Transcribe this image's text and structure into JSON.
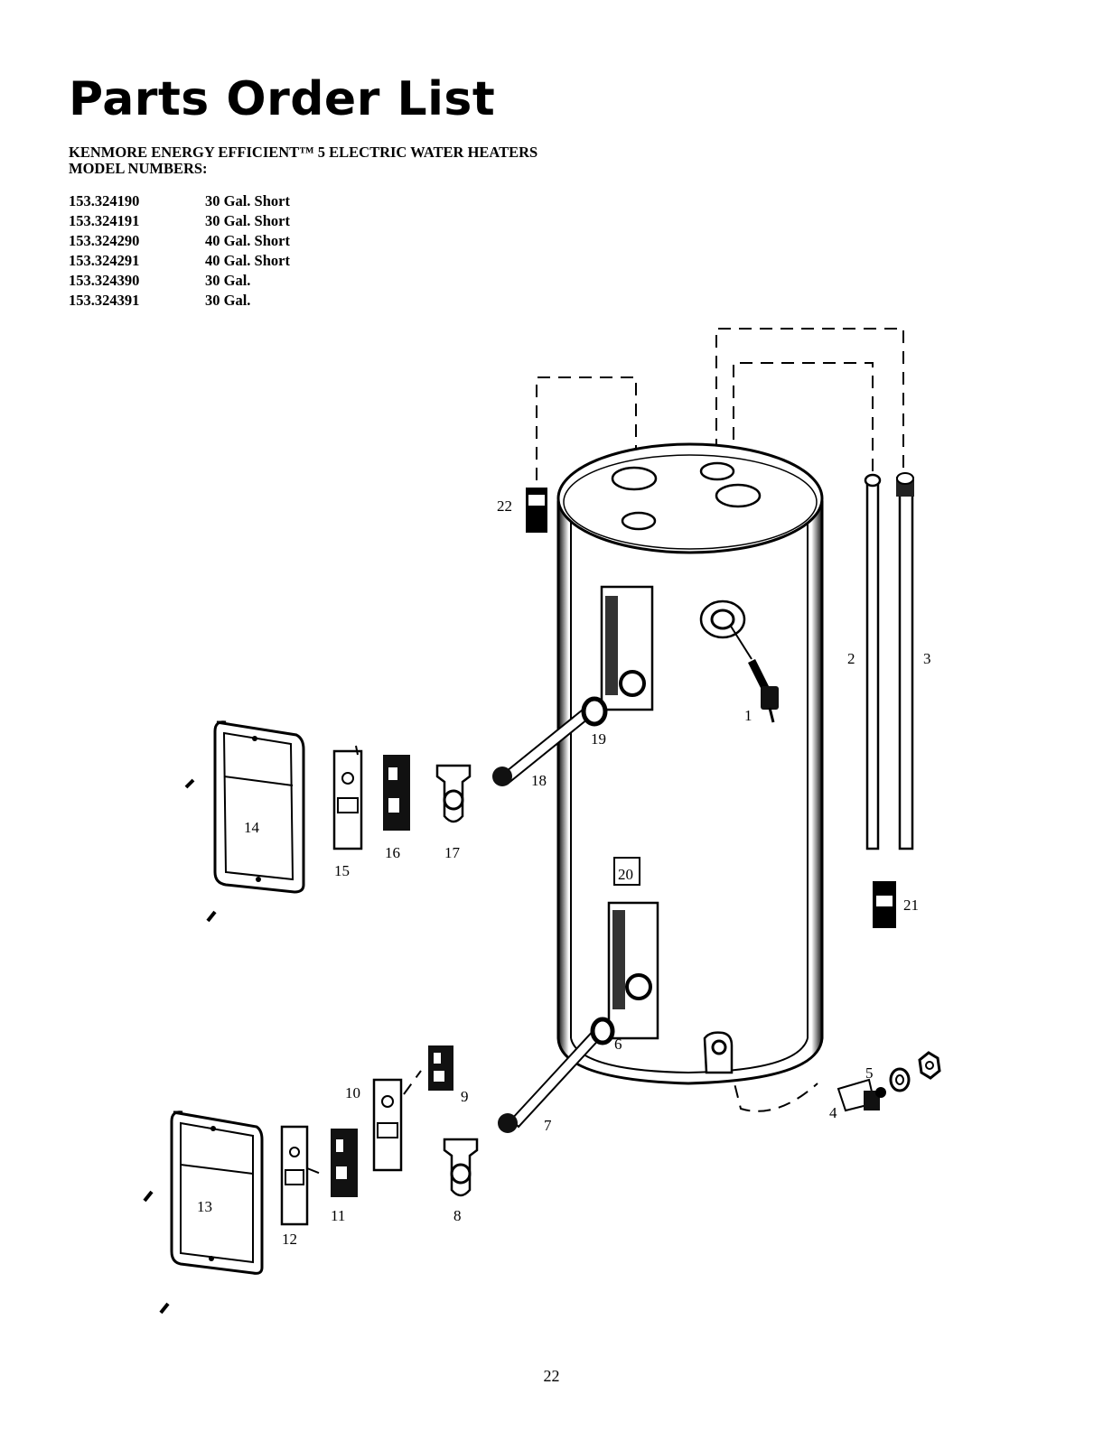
{
  "page": {
    "title": "Parts Order List",
    "subtitle_line1": "KENMORE ENERGY EFFICIENT™ 5 ELECTRIC WATER HEATERS",
    "subtitle_line2": "MODEL NUMBERS:",
    "models": [
      {
        "number": "153.324190",
        "description": "30 Gal. Short"
      },
      {
        "number": "153.324191",
        "description": "30 Gal. Short"
      },
      {
        "number": "153.324290",
        "description": "40 Gal. Short"
      },
      {
        "number": "153.324291",
        "description": "40 Gal. Short"
      },
      {
        "number": "153.324390",
        "description": "30 Gal."
      },
      {
        "number": "153.324391",
        "description": "30 Gal."
      }
    ],
    "page_number": "22"
  },
  "callouts": {
    "c1": "1",
    "c2": "2",
    "c3": "3",
    "c4": "4",
    "c5": "5",
    "c6": "6",
    "c7": "7",
    "c8": "8",
    "c9": "9",
    "c10": "10",
    "c11": "11",
    "c12": "12",
    "c13": "13",
    "c14": "14",
    "c15": "15",
    "c16": "16",
    "c17": "17",
    "c18": "18",
    "c19": "19",
    "c20": "20",
    "c21": "21",
    "c22": "22"
  },
  "icons": {
    "heater": "water-heater-tank-icon",
    "thermostat": "thermostat-icon",
    "element": "heating-element-icon",
    "cover": "access-cover-icon",
    "drain": "drain-valve-icon"
  }
}
